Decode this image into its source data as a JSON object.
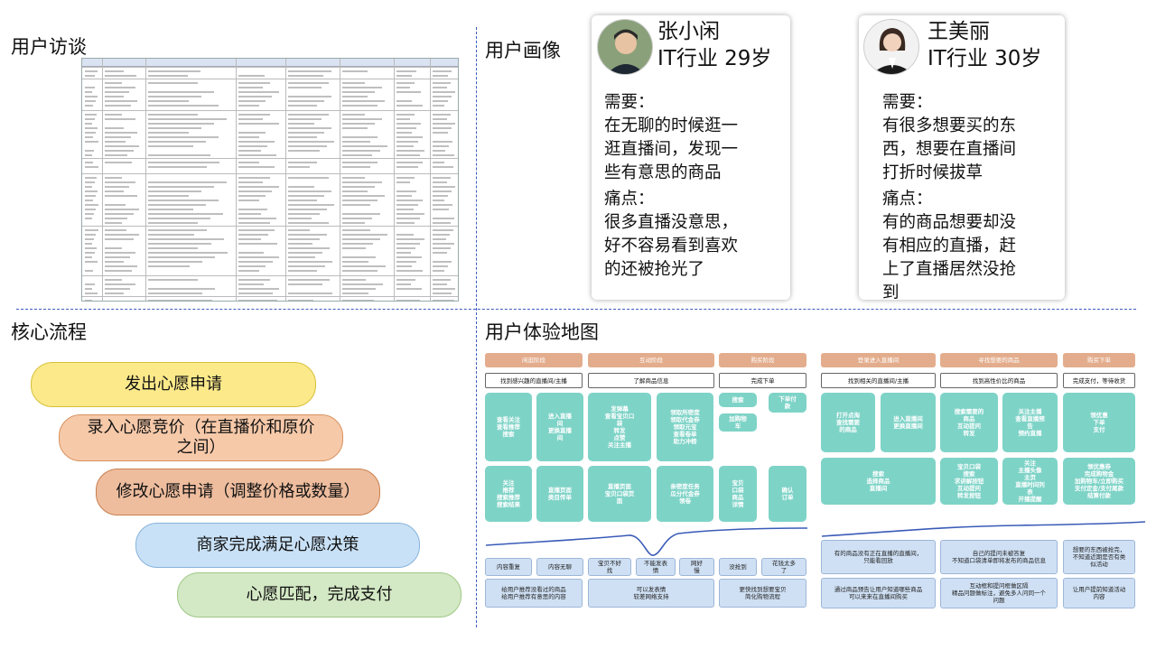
{
  "sections": {
    "interview": "用户访谈",
    "persona": "用户画像",
    "flow": "核心流程",
    "journey": "用户体验地图"
  },
  "personas": [
    {
      "name": "张小闲",
      "job_age": "IT行业 29岁",
      "need_label": "需要：",
      "need": "在无聊的时候逛一\n逛直播间，发现一\n些有意思的商品",
      "pain_label": "痛点：",
      "pain": "很多直播没意思，\n好不容易看到喜欢\n的还被抢光了"
    },
    {
      "name": "王美丽",
      "job_age": "IT行业 30岁",
      "need_label": "需要：",
      "need": "有很多想要买的东\n西，想要在直播间\n打折时候拔草",
      "pain_label": "痛点：",
      "pain": "有的商品想要却没\n有相应的直播，赶\n上了直播居然没抢\n到"
    }
  ],
  "flow_steps": [
    {
      "label": "发出心愿申请",
      "color": "#fbe98a",
      "border": "#d8c03a"
    },
    {
      "label": "录入心愿竞价（在直播价和原价\n之间）",
      "color": "#f6c9a9",
      "border": "#d8925f"
    },
    {
      "label": "修改心愿申请（调整价格或数量）",
      "color": "#eebd9e",
      "border": "#c9804e"
    },
    {
      "label": "商家完成满足心愿决策",
      "color": "#c9e1f6",
      "border": "#86b3dc"
    },
    {
      "label": "心愿匹配，完成支付",
      "color": "#d3e8c4",
      "border": "#9fc886"
    }
  ],
  "journey_left": {
    "stages": [
      "闲逛阶段",
      "互动阶段",
      "购买阶段"
    ],
    "goals": [
      "找到感兴趣的直播间/主播",
      "了解商品信息",
      "完成下单"
    ],
    "actions": [
      "查看关注\n查看推荐\n搜索",
      "进入直播\n间\n更换直播\n间",
      "发弹幕\n查看宝贝口\n袋\n转发\n点赞\n关注主播",
      "领取所密度\n领取代金券\n领取元宝\n查看卷单\n助力冲榜",
      "搜索",
      "下单付\n款",
      "加购物\n车",
      "关注\n推荐\n搜索推荐\n搜索结果",
      "直播页面\n类目传单",
      "直播页面\n宝贝口袋页\n面",
      "亲密度任务\n瓜分代金券\n领卷",
      "宝贝\n口袋\n商品\n详情",
      "确认\n订单"
    ],
    "pains": [
      "内容重复",
      "内容无聊",
      "宝贝不好\n找",
      "不能发表\n情",
      "网好\n慢",
      "没抢到",
      "花钱太多\n了"
    ],
    "opps": [
      "给用户推荐没看过的商品\n给用户推荐有意思的内容",
      "可以发表情\n较差网络支持",
      "更快找到想要宝贝\n简化购物流程"
    ]
  },
  "journey_right": {
    "stages": [
      "登录进入直播间",
      "寻找想要的商品",
      "购买下单"
    ],
    "goals": [
      "找到相关的直播间/主播",
      "找到高性价比的商品",
      "完成支付，等待收货"
    ],
    "actions": [
      "打开点淘\n查找需要\n的商品",
      "进入直播间\n更换直播间",
      "搜索需要的\n商品\n互动提问\n转发",
      "关注主播\n查看直播预\n告\n预约直播",
      "领优惠\n下单\n支付",
      "搜索\n选择商品\n直播间",
      "宝贝口袋\n搜索\n求讲解按钮\n互动提问\n转发按钮",
      "关注\n主播头像\n主页\n直播时间列\n表\n开播提醒",
      "领优惠券\n完成购物金\n加购物车/立即购买\n支付定金/支付尾款\n结算付款"
    ],
    "pains": [
      "有的商品没有正在直播的直播间，\n只能看回放",
      "自己的提问未被答复\n不知道口袋清单即将发布的商品信息",
      "想要的东西被抢完，\n不知道近期是否有类\n似活动"
    ],
    "opps": [
      "通过商品预告让用户知道哪些商品\n可以来来在直播间购买",
      "互动框和提问框做区隔\n精品问题做标注，避免多人问同一个\n问题",
      "让用户提前知道活动\n内容"
    ]
  }
}
